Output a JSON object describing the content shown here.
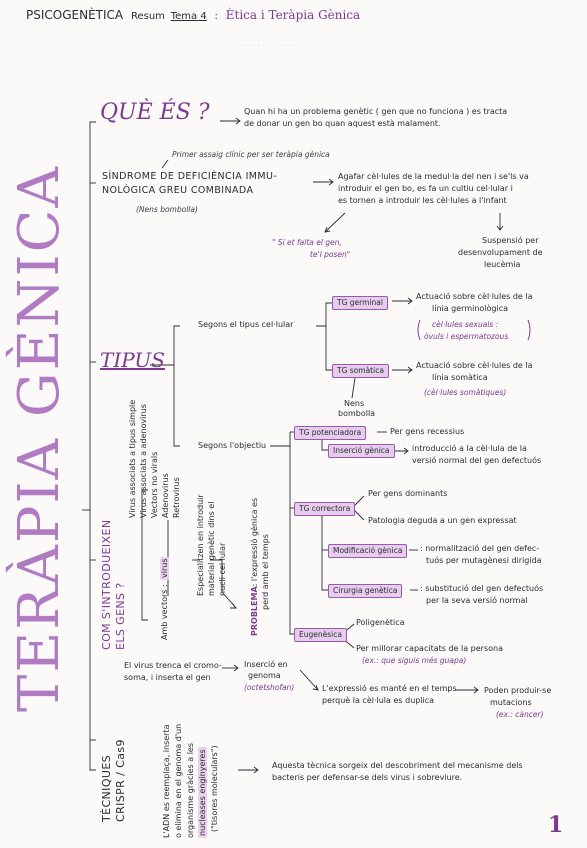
{
  "header": {
    "subject": "PSICOGENÈTICA",
    "resum": "Resum",
    "tema": "Tema 4",
    "title": "Ètica i Teràpia Gènica"
  },
  "main_title": "TERÀPIA GÈNICA",
  "que_es": {
    "heading": "QUÈ ÉS ?",
    "line1": "Quan hi ha un problema genètic ( gen que no funciona ) es tracta",
    "line2": "de donar un gen bo quan aquest està malament."
  },
  "sindrome": {
    "note": "Primer assaig clínic per ser teràpia gènica",
    "title1": "SÍNDROME DE DEFICIÈNCIA IMMU-",
    "title2": "NOLÒGICA GREU COMBINADA",
    "sub": "(Nens bombolla)",
    "desc1": "Agafar cèl·lules de la medul·la del nen i se'ls va",
    "desc2": "introduir el gen bo, es fa un cultiu cel·lular i",
    "desc3": "es tornen a introduir les cèl·lules a l'infant",
    "quote1": "\" Si et falta el gen,",
    "quote2": "te'l posen\"",
    "suspes1": "Suspensió per",
    "suspes2": "desenvolupament de",
    "suspes3": "leucèmia"
  },
  "tipus": {
    "heading": "TIPUS",
    "segons_cel": "Segons el tipus cel·lular",
    "tg_germinal": "TG germinal",
    "germ1": "Actuació sobre cèl·lules de la",
    "germ2": "línia germinològica",
    "germ3": "cèl·lules sexuals :",
    "germ4": "òvuls i espermatozous",
    "tg_somatica": "TG somàtica",
    "som1": "Actuació sobre cèl·lules de la",
    "som2": "línia somàtica",
    "som3": "(cèl·lules somàtiques)",
    "nens1": "Nens",
    "nens2": "bombolla",
    "segons_obj": "Segons l'objectiu",
    "tg_pot": "TG potenciadora",
    "pot1": "Per gens recessius",
    "insercio": "Inserció gènica",
    "ins1": "introducció a la cèl·lula de la",
    "ins2": "versió normal del gen defectuós",
    "tg_corr": "TG correctora",
    "corr1": "Per gens dominants",
    "corr2": "Patologia deguda a un gen expressat",
    "modif": "Modificació gènica",
    "mod1": ": normalització del gen defec-",
    "mod2": "tuós per mutagènesi dirigida",
    "cirurgia": "Cirurgia genètica",
    "cir1": ": substitució del gen defectuós",
    "cir2": "per la seva versió normal",
    "eugen": "Eugenèsica",
    "eug1": "Poligenètica",
    "eug2": "Per millorar capacitats de la persona",
    "eug3": "(ex.: que siguis més guapa)"
  },
  "com": {
    "heading1": "COM S'INTRODUEIXEN",
    "heading2": "ELS GENS ?",
    "vectors": "Amb vectors :",
    "virus": "virus",
    "v1": "Virus associats a tipus simple",
    "v2": "Virus associats a adenovirus",
    "v3": "Vectors no virals",
    "v4": "Adenovirus",
    "v5": "Retrovirus",
    "esp1": "Especialitzen en introduir",
    "esp2": "material genètic dins el",
    "esp3": "nucli cel·lular",
    "prob_label": "PROBLEMA",
    "prob1": ": l'expressió gènica es",
    "prob2": "perd amb el temps",
    "virus_trenca1": "El virus trenca el cromo-",
    "virus_trenca2": "soma, i inserta el gen",
    "ins_gen1": "Inserció en",
    "ins_gen2": "genoma",
    "ins_gen3": "(octetshofan)",
    "expr1": "L'expressió es manté en el temps",
    "expr2": "perquè la cèl·lula es duplica",
    "mut1": "Poden produir-se",
    "mut2": "mutacions",
    "mut3": "(ex.: càncer)"
  },
  "crispr": {
    "heading1": "TÈCNIQUES",
    "heading2": "CRISPR / Cas9",
    "r1": "L'ADN es reemplaça, inserta",
    "r2": "o elimina en el genoma d'un",
    "r3": "organisme gràcies a les",
    "r4": "nucleases enginyeres",
    "r5": "(\"tisores moleculars\")",
    "desc1": "Aquesta tècnica sorgeix del descobriment del mecanisme dels",
    "desc2": "bacteris per defensar-se dels virus i sobreviure."
  },
  "page_number": "1"
}
